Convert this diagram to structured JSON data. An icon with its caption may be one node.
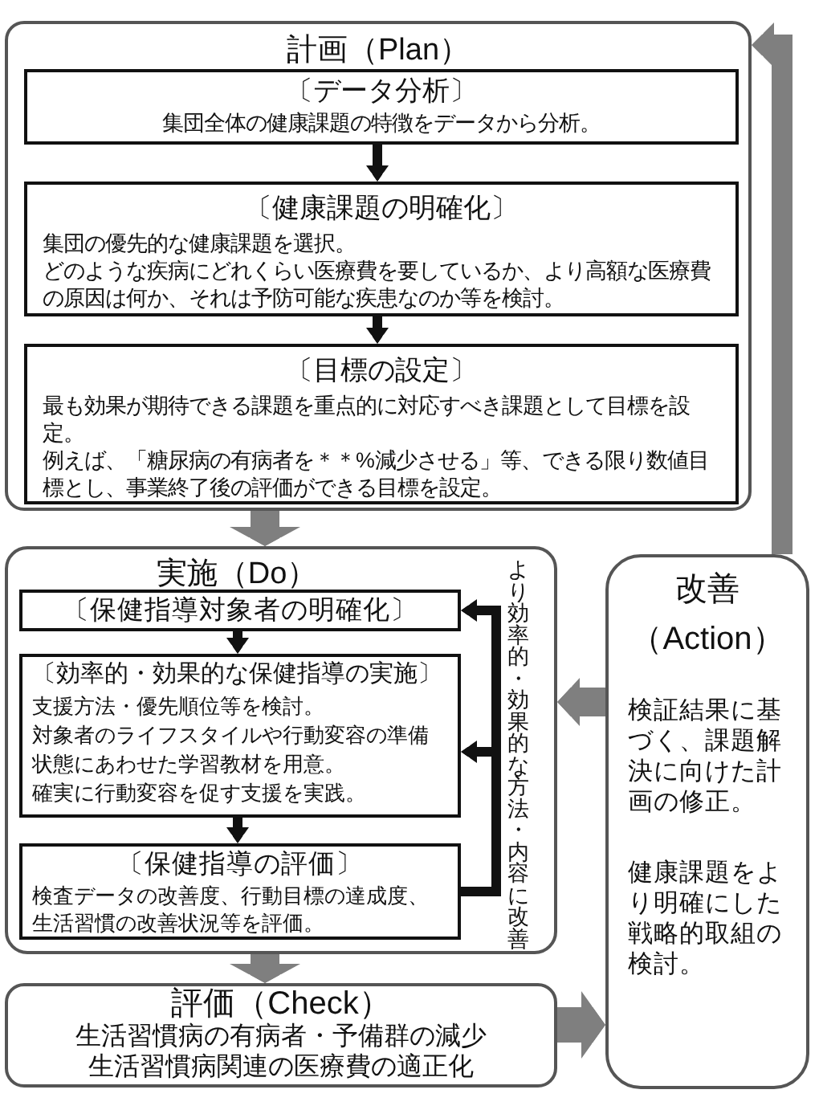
{
  "diagram": {
    "nodes": [
      {
        "text": [
          "計画（Plan）"
        ]
      },
      {
        "text": [
          "〔データ分析〕",
          "集団全体の健康課題の特徴をデータから分析。"
        ],
        "in": 0
      },
      {
        "text": [
          "〔健康課題の明確化〕",
          "集団の優先的な健康課題を選択。",
          "どのような疾病にどれくらい医療費を要しているか、より高額な医療費の原因は何か、それは予防可能な疾患なのか等を検討。"
        ],
        "in": 0
      },
      {
        "text": [
          "〔目標の設定〕",
          "最も効果が期待できる課題を重点的に対応すべき課題として目標を設定。",
          "例えば、「糖尿病の有病者を＊＊%減少させる」等、できる限り数値目標とし、事業終了後の評価ができる目標を設定。"
        ],
        "in": 0
      },
      {
        "text": [
          "実施（Do）"
        ]
      },
      {
        "text": [
          "〔保健指導対象者の明確化〕"
        ],
        "in": 4
      },
      {
        "text": [
          "〔効率的・効果的な保健指導の実施〕",
          "支援方法・優先順位等を検討。",
          "対象者のライフスタイルや行動変容の準備状態にあわせた学習教材を用意。",
          "確実に行動変容を促す支援を実践。"
        ],
        "in": 4
      },
      {
        "text": [
          "〔保健指導の評価〕",
          "検査データの改善度、行動目標の達成度、生活習慣の改善状況等を評価。"
        ],
        "in": 4
      },
      {
        "text": [
          "改善（Action）",
          "検証結果に基づく、課題解決に向けた計画の修正。",
          "健康課題をより明確にした戦略的取組の検討。"
        ]
      },
      {
        "text": [
          "評価（Check）",
          "生活習慣病の有病者・予備群の減少",
          "生活習慣病関連の医療費の適正化"
        ]
      }
    ],
    "edges": [
      {
        "from": 1,
        "to": 2,
        "arrow": "to"
      },
      {
        "from": 2,
        "to": 3,
        "arrow": "to"
      },
      {
        "from": 0,
        "to": 4,
        "arrow": "to",
        "style": "thick",
        "color": "#7f7f7f"
      },
      {
        "from": 5,
        "to": 6,
        "arrow": "to"
      },
      {
        "from": 6,
        "to": 7,
        "arrow": "to"
      },
      {
        "from": 7,
        "to": 5,
        "arrow": "to",
        "label": "より効率的・効果的な方法・内容に改善"
      },
      {
        "from": 7,
        "to": 6,
        "arrow": "to"
      },
      {
        "from": 4,
        "to": 9,
        "arrow": "to",
        "style": "thick",
        "color": "#7f7f7f"
      },
      {
        "from": 9,
        "to": 8,
        "arrow": "to",
        "style": "thick",
        "color": "#7f7f7f"
      },
      {
        "from": 8,
        "to": 4,
        "arrow": "to",
        "style": "thick",
        "color": "#7f7f7f"
      },
      {
        "from": 8,
        "to": 0,
        "arrow": "to",
        "style": "thick",
        "color": "#7f7f7f"
      }
    ]
  }
}
